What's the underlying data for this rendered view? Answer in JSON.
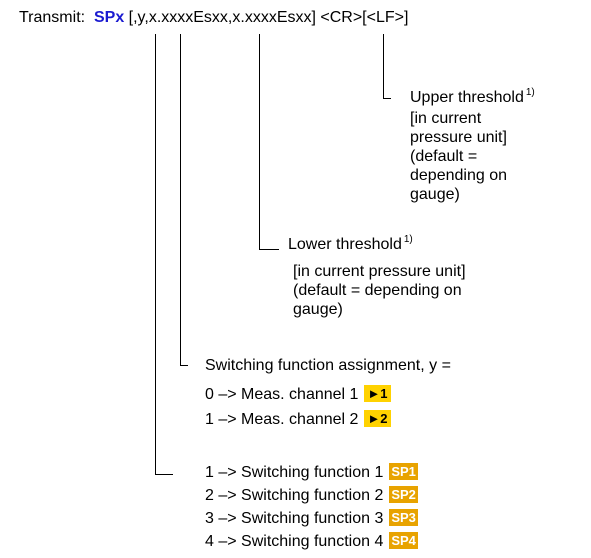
{
  "header": {
    "prefix": "Transmit:",
    "command": "SPx",
    "args": " [,y,x.xxxxEsxx,x.xxxxEsxx] <CR>[<LF>]"
  },
  "upper": {
    "title": "Upper threshold",
    "footnote": "1)",
    "lines": [
      "[in current",
      "pressure unit]",
      "(default =",
      "depending on",
      "gauge)"
    ]
  },
  "lower": {
    "title": "Lower threshold",
    "footnote": "1)",
    "lines": [
      "[in current pressure unit]",
      "(default = depending on",
      "gauge)"
    ]
  },
  "assignment": {
    "title": "Switching function assignment, y =",
    "options": [
      {
        "text": "0 –> Meas. channel 1",
        "badge": "►1"
      },
      {
        "text": "1 –> Meas. channel 2",
        "badge": "►2"
      }
    ]
  },
  "switching": {
    "options": [
      {
        "text": "1 –> Switching function 1",
        "badge": "SP1"
      },
      {
        "text": "2 –> Switching function 2",
        "badge": "SP2"
      },
      {
        "text": "3 –> Switching function 3",
        "badge": "SP3"
      },
      {
        "text": "4 –> Switching function 4",
        "badge": "SP4"
      }
    ]
  },
  "colors": {
    "command": "#1a1ad0",
    "sp_badge": "#e8a300",
    "channel_badge": "#ffd200"
  }
}
